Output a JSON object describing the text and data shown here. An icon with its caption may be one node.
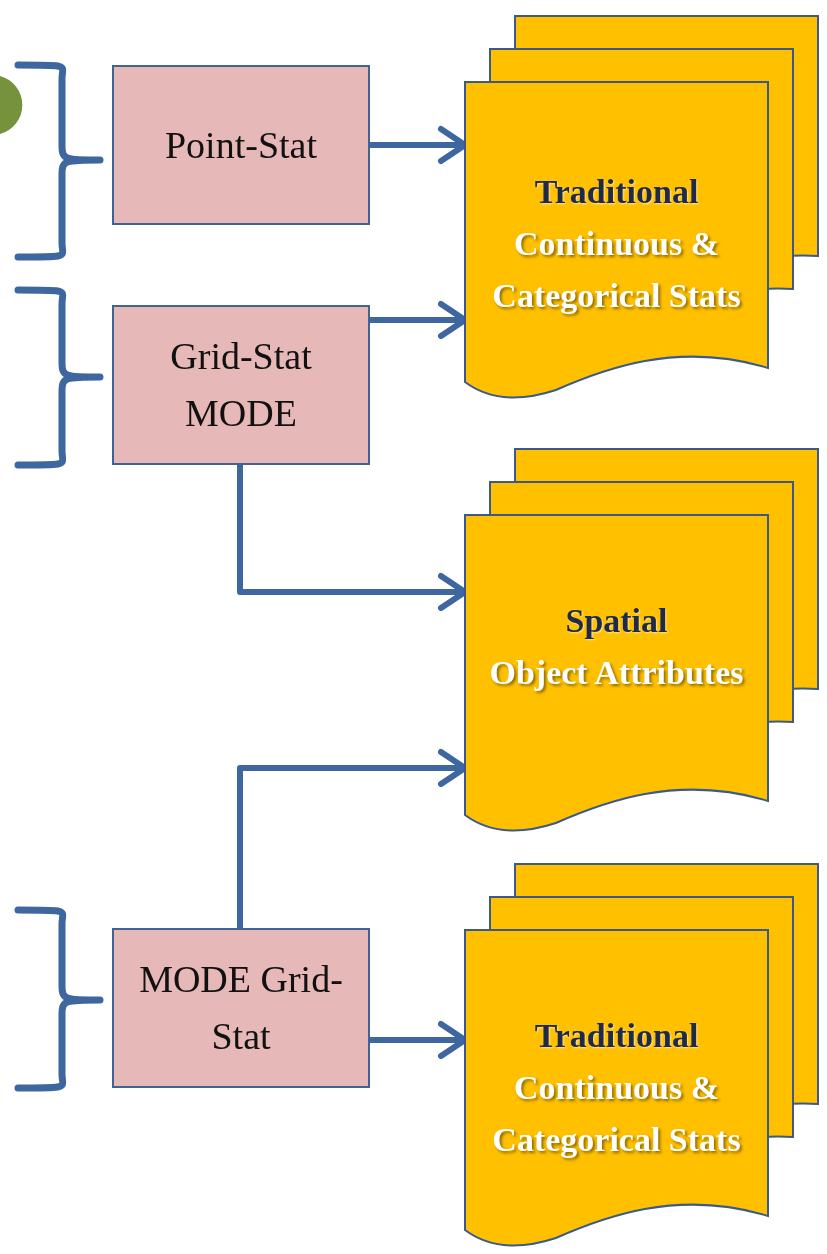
{
  "diagram": {
    "nodes": [
      {
        "text": [
          "Point-Stat"
        ]
      },
      {
        "text": [
          "Traditional",
          "Continuous & Categorical Stats"
        ]
      },
      {
        "text": [
          "Grid-Stat MODE"
        ]
      },
      {
        "text": [
          "Spatial",
          "Object Attributes"
        ]
      },
      {
        "text": [
          "MODE Grid-Stat"
        ]
      },
      {
        "text": [
          "Traditional",
          "Continuous & Categorical Stats"
        ]
      }
    ],
    "edges": [
      {
        "from": 0,
        "to": 1,
        "arrow": "to"
      },
      {
        "from": 2,
        "to": 1,
        "arrow": "to"
      },
      {
        "from": 2,
        "to": 3,
        "arrow": "to"
      },
      {
        "from": 4,
        "to": 3,
        "arrow": "to"
      },
      {
        "from": 4,
        "to": 5,
        "arrow": "to"
      }
    ]
  }
}
